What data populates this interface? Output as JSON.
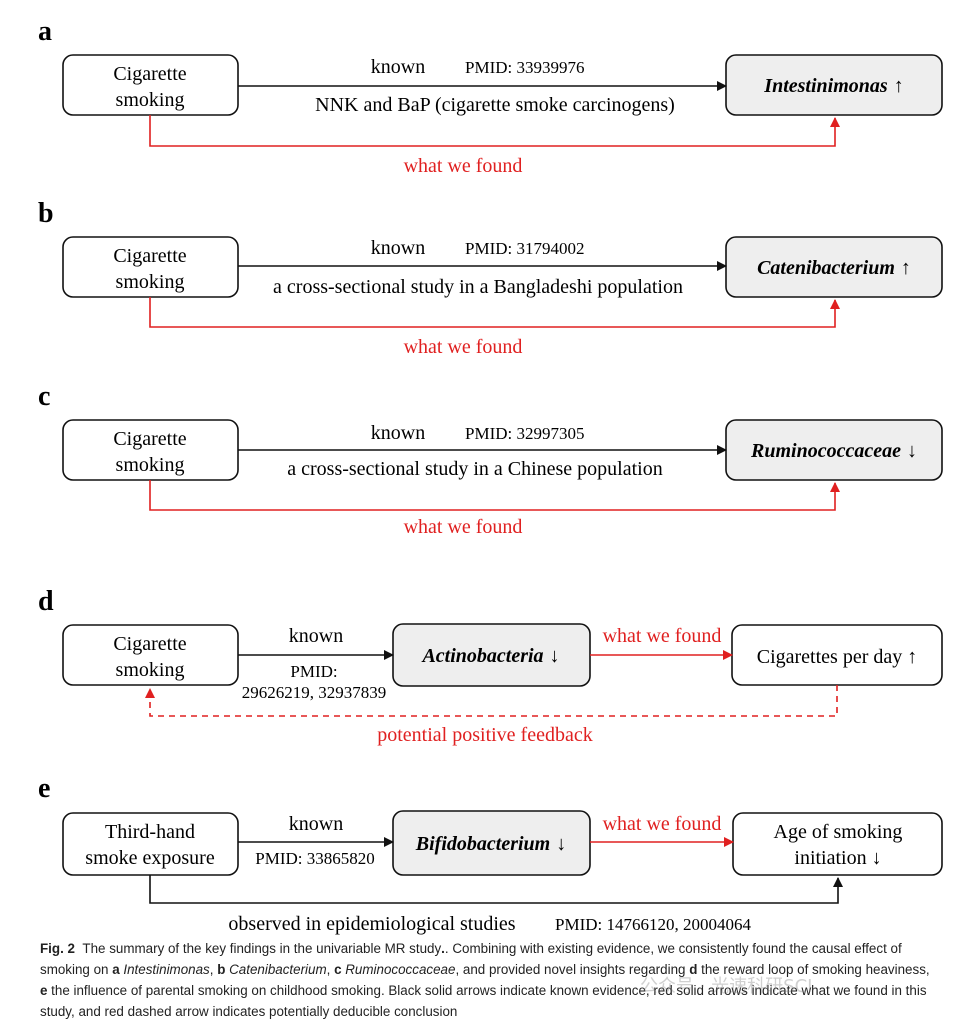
{
  "panels": {
    "a": {
      "letter": "a",
      "source": [
        "Cigarette",
        "smoking"
      ],
      "target_name": "Intestinimonas",
      "target_dir": "↑",
      "known": "known",
      "pmid": "PMID: 33939976",
      "detail": "NNK and BaP (cigarette smoke carcinogens)",
      "found": "what we found"
    },
    "b": {
      "letter": "b",
      "source": [
        "Cigarette",
        "smoking"
      ],
      "target_name": "Catenibacterium",
      "target_dir": "↑",
      "known": "known",
      "pmid": "PMID: 31794002",
      "detail": "a cross-sectional study in a Bangladeshi population",
      "found": "what we found"
    },
    "c": {
      "letter": "c",
      "source": [
        "Cigarette",
        "smoking"
      ],
      "target_name": "Ruminococcaceae",
      "target_dir": "↓",
      "known": "known",
      "pmid": "PMID: 32997305",
      "detail": "a cross-sectional study in a Chinese population",
      "found": "what we found"
    },
    "d": {
      "letter": "d",
      "source": [
        "Cigarette",
        "smoking"
      ],
      "middle_name": "Actinobacteria",
      "middle_dir": "↓",
      "known": "known",
      "pmid": [
        "PMID:",
        "29626219, 32937839"
      ],
      "found": "what we found",
      "target": "Cigarettes per day ↑",
      "feedback": "potential positive feedback"
    },
    "e": {
      "letter": "e",
      "source": [
        "Third-hand",
        "smoke exposure"
      ],
      "middle_name": "Bifidobacterium",
      "middle_dir": "↓",
      "known": "known",
      "pmid": "PMID: 33865820",
      "found": "what we found",
      "target": [
        "Age of smoking",
        "initiation ↓"
      ],
      "observed": "observed in epidemiological studies",
      "observed_pmid": "PMID: 14766120, 20004064"
    }
  },
  "caption": {
    "fig_label": "Fig. 2",
    "title": "The summary of the key findings in the univariable MR study",
    "s1": ". Combining with existing evidence, we consistently found the causal effect of smoking on ",
    "la": "a",
    "ta": "Intestinimonas",
    "sep1": ", ",
    "lb": "b",
    "tb": "Catenibacterium",
    "sep2": ", ",
    "lc": "c",
    "tc": "Ruminococcaceae",
    "s2": ", and provided novel insights regarding ",
    "ld": "d",
    "s3": " the reward loop of smoking heaviness, ",
    "le": "e",
    "s4": " the influence of parental smoking on childhood smoking. Black solid arrows indicate known evidence, red solid arrows indicate what we found in this study, and red dashed arrow indicates potentially deducible conclusion"
  },
  "watermark": "公众号 · 光速科研SCI",
  "colors": {
    "red": "#e02020",
    "black": "#111111",
    "gray_box": "#eeeeee"
  }
}
